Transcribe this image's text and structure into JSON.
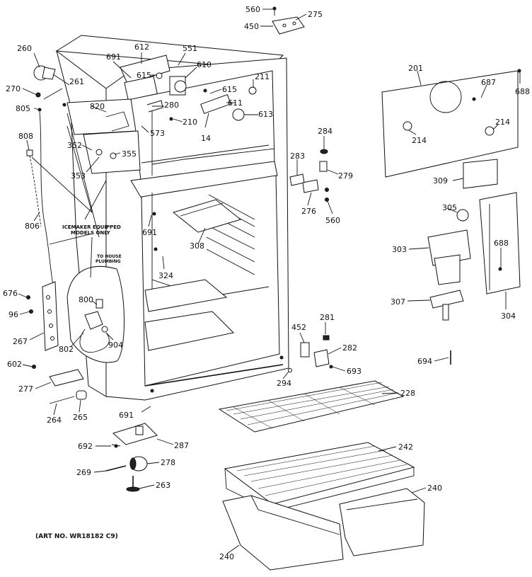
{
  "labels": {
    "p560a": "560",
    "p275": "275",
    "p450": "450",
    "p260": "260",
    "p691a": "691",
    "p612": "612",
    "p551": "551",
    "p261": "261",
    "p615a": "615",
    "p610": "610",
    "p270": "270",
    "p211": "211",
    "p820": "820",
    "p615b": "615",
    "p201": "201",
    "p687": "687",
    "p688a": "688",
    "p805": "805",
    "p280": "280",
    "p611": "611",
    "p613": "613",
    "p210": "210",
    "p573": "573",
    "p14": "14",
    "p284": "284",
    "p214a": "214",
    "p214b": "214",
    "p808": "808",
    "p352": "352",
    "p355": "355",
    "p283": "283",
    "p353": "353",
    "p279": "279",
    "p309": "309",
    "p276": "276",
    "p560b": "560",
    "p305": "305",
    "p806": "806",
    "p691b": "691",
    "p308": "308",
    "p303": "303",
    "p688b": "688",
    "p324": "324",
    "p676": "676",
    "p800": "800",
    "p307": "307",
    "p304": "304",
    "p96": "96",
    "p281": "281",
    "p452": "452",
    "p267": "267",
    "p904": "904",
    "p282": "282",
    "p802": "802",
    "p693": "693",
    "p694": "694",
    "p602": "602",
    "p294": "294",
    "p228": "228",
    "p277": "277",
    "p691c": "691",
    "p264": "264",
    "p265": "265",
    "p242": "242",
    "p692": "692",
    "p287": "287",
    "p269": "269",
    "p278": "278",
    "p240a": "240",
    "p263": "263",
    "p240b": "240"
  },
  "notes": {
    "icemaker_line1": "ICEMAKER EQUIPPED",
    "icemaker_line2": "MODELS ONLY",
    "house_line1": "TO HOUSE",
    "house_line2": "PLUMBING"
  },
  "art_number": "(ART NO. WR18182 C9)"
}
